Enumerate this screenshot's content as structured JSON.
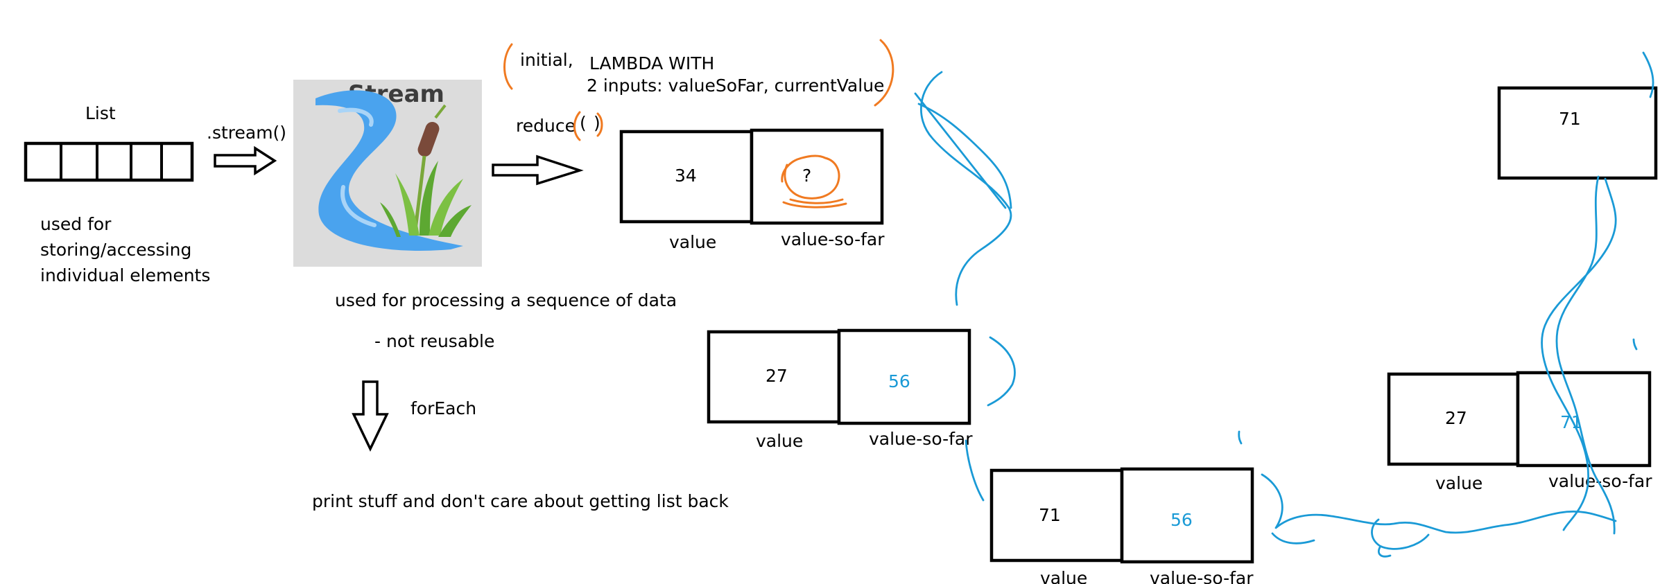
{
  "list": {
    "label": "List",
    "description_lines": [
      "used for",
      "storing/accessing",
      "individual elements"
    ]
  },
  "stream_call": ".stream()",
  "stream_image": {
    "title": "Stream"
  },
  "stream_description": "used for processing a sequence of data",
  "not_reusable": "- not reusable",
  "for_each": "forEach",
  "print_note": "print stuff and don't care about getting list back",
  "reduce": {
    "call": "reduce",
    "open_paren": "(",
    "close_paren": ")",
    "initial": "initial,",
    "lambda_line1": "LAMBDA WITH",
    "lambda_line2": "2 inputs: valueSoFar, currentValue"
  },
  "steps": [
    {
      "value": "34",
      "value_so_far": "?",
      "value_label": "value",
      "so_far_label": "value-so-far"
    },
    {
      "value": "27",
      "value_so_far": "56",
      "value_label": "value",
      "so_far_label": "value-so-far"
    },
    {
      "value": "71",
      "value_so_far": "56",
      "value_label": "value",
      "so_far_label": "value-so-far"
    },
    {
      "value": "27",
      "value_so_far": "71",
      "value_label": "value",
      "so_far_label": "value-so-far"
    }
  ],
  "result": "71",
  "colors": {
    "ink_blue": "#1a9ad6",
    "ink_orange": "#f07a21",
    "water": "#4aa3ee",
    "image_bg": "#dcdcdc"
  }
}
